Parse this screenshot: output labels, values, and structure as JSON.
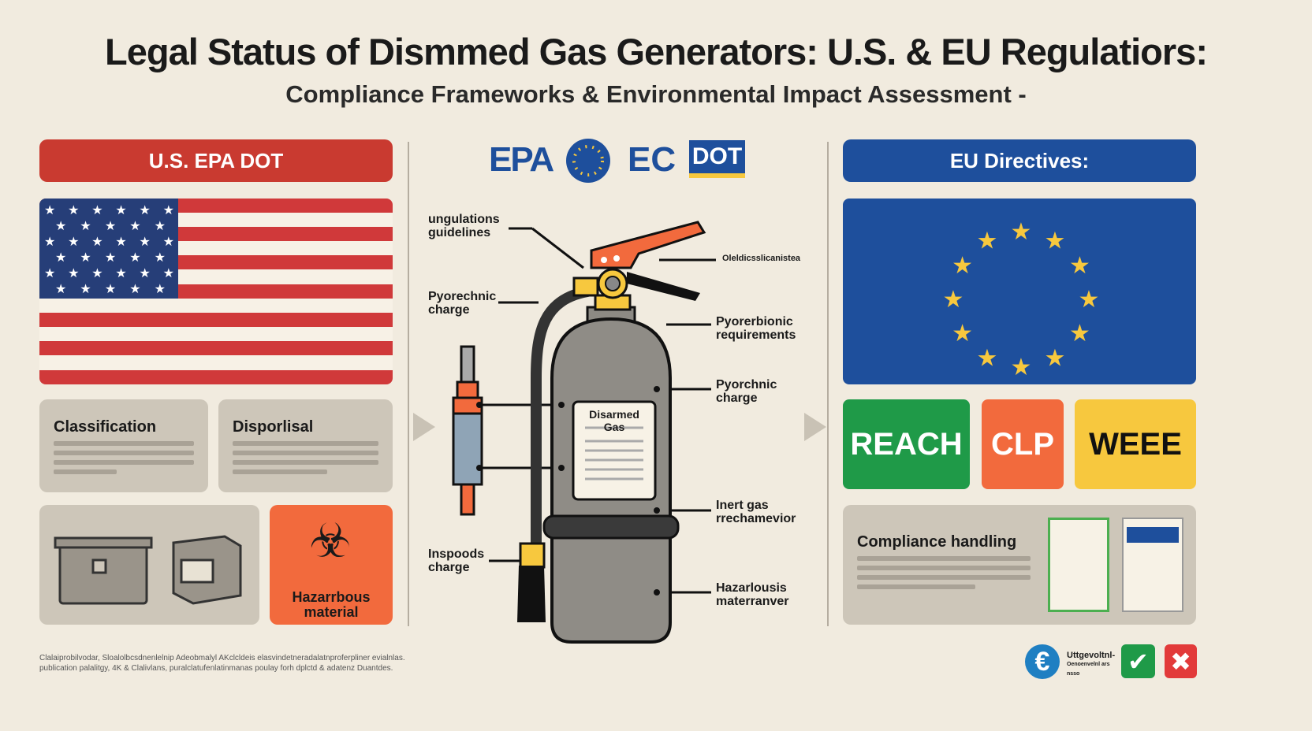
{
  "title": "Legal Status of Dismmed Gas Generators: U.S. & EU Regulatiors:",
  "subtitle": "Compliance Frameworks & Environmental Impact Assessment -",
  "left": {
    "header": "U.S. EPA DOT",
    "header_color": "#c93a30",
    "cards": [
      {
        "title": "Classification"
      },
      {
        "title": "Disporlisal"
      }
    ],
    "hazard_label": "Hazarrbous material",
    "hazard_color": "#f26a3d"
  },
  "center": {
    "logos": [
      "EPA",
      "EC",
      "DOT"
    ],
    "cylinder_label": "Disarmed Gas",
    "callouts_left": [
      "ungulations guidelines",
      "Pyorechnic charge",
      "Inspoods charge"
    ],
    "callouts_right": [
      "Oleldicsslicanistea",
      "Pyorerbionic requirements",
      "Pyorchnic charge",
      "Inert gas rrechamevior",
      "Hazarlousis materranver"
    ]
  },
  "right": {
    "header": "EU Directives:",
    "header_color": "#1e4f9c",
    "badges": [
      {
        "label": "REACH",
        "color": "#1f9a48"
      },
      {
        "label": "CLP",
        "color": "#f26a3d"
      },
      {
        "label": "WEEE",
        "color": "#f7c83e"
      }
    ],
    "compliance_title": "Compliance handling"
  },
  "footer": {
    "line1": "Clalaiprobilvodar, Sloalolbcsdnenlelnip Adeobmalyl AKclcldeis elasvindetneradalatnproferpliner evialnlas.",
    "line2": "publication palalitgy, 4K & Clalivlans, puralclatufenlatinmanas poulay forh dplctd & adatenz Duantdes.",
    "badge_text": "Uttgevoltnl-",
    "badge_sub": "Oenoenvelnl ars nsso"
  }
}
